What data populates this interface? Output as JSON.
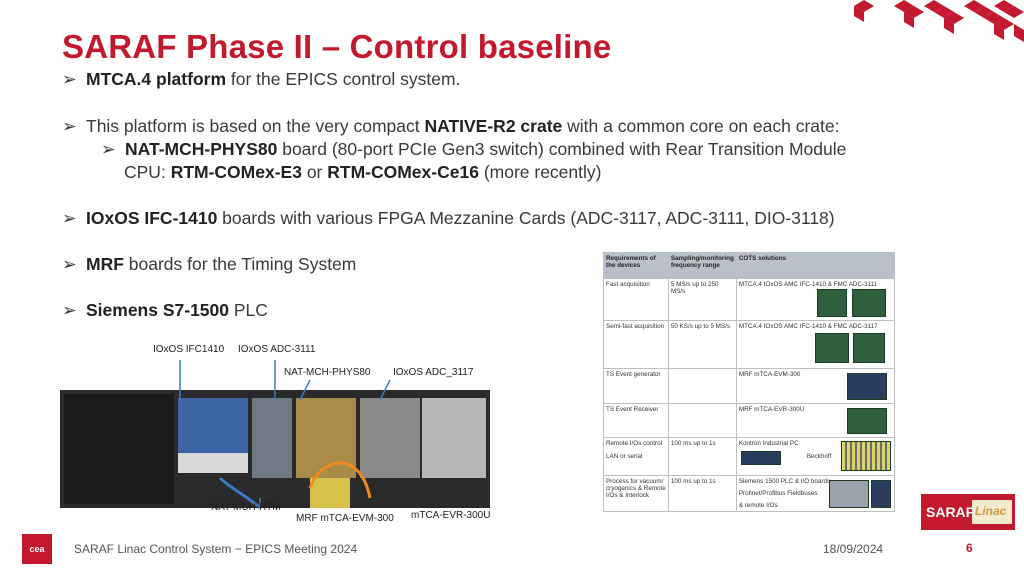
{
  "slide": {
    "title": "SARAF Phase II – Control baseline",
    "bullets": {
      "b1_bold": "MTCA.4 platform",
      "b1_text": " for the EPICS control system.",
      "b2_text": "This platform is based on the very compact ",
      "b2_bold": "NATIVE-R2 crate",
      "b2_rest": " with a common core on each crate:",
      "b3_bold": "NAT-MCH-PHYS80",
      "b3_text": " board (80-port PCIe Gen3 switch) combined with Rear Transition Module",
      "b3_cont1": "CPU: ",
      "b3_cont_bold1": "RTM-COMex-E3",
      "b3_cont_or": " or ",
      "b3_cont_bold2": "RTM-COMex-Ce16",
      "b3_cont_end": " (more recently)",
      "b4_bold": "IOxOS IFC-1410",
      "b4_text": " boards with various FPGA Mezzanine Cards (ADC-3117, ADC-3111, DIO-3118)",
      "b5_bold": "MRF",
      "b5_text": " boards for the Timing System",
      "b6_bold": "Siemens S7-1500",
      "b6_text": " PLC"
    },
    "bullet_glyph": "➢"
  },
  "table": {
    "headers": [
      "Requirements of the devices",
      "Sampling/monitoring frequency range",
      "COTS solutions"
    ],
    "rows": [
      {
        "req": "Fast acquisition",
        "freq": "5 MS/s up to 250 MS/s",
        "cots": "MTCA.4  IOxOS AMC  IFC-1410 & FMC ADC-3111"
      },
      {
        "req": "Semi-fast acquisition",
        "freq": "50 KS/s up to 5 MS/s",
        "cots": "MTCA.4 IOxOS AMC IFC-1410 & FMC ADC-3117"
      },
      {
        "req": "TS Event generator",
        "freq": "",
        "cots": "MRF mTCA-EVM-300"
      },
      {
        "req": "TS Event Receiver",
        "freq": "",
        "cots": "MRF mTCA-EVR-300U"
      },
      {
        "req": "Remote I/Os control",
        "req2": "LAN or serial",
        "freq": "100 ms up to 1s",
        "cots": "Kontron  Industrial PC",
        "cots2": "Beckhoff"
      },
      {
        "req": "Process for vacuum/ cryogenics & Remote I/Os  &  Interlock",
        "freq": "100 ms up to 1s",
        "cots": "Siemens 1500 PLC & I/O boards",
        "cots2": "Profinet/Profibus Fieldbuses",
        "cots3": "& remote I/Os"
      }
    ]
  },
  "photo_labels": {
    "ifc1410": "IOxOS IFC1410",
    "adc3111": "IOxOS ADC-3111",
    "phys80": "NAT-MCH-PHYS80",
    "adc3117": "IOxOS ADC_3117",
    "rtm": "NAT-MCH-RTM",
    "evm": "MRF mTCA-EVM-300",
    "evr": "mTCA-EVR-300U"
  },
  "logos": {
    "saraf": "SARAF",
    "linac": "Linac",
    "cea": "cea"
  },
  "footer": {
    "left": "SARAF Linac Control System − EPICS Meeting 2024",
    "date": "18/09/2024",
    "page": "6"
  },
  "colors": {
    "accent": "#c2192e",
    "text": "#3a3a3a"
  }
}
